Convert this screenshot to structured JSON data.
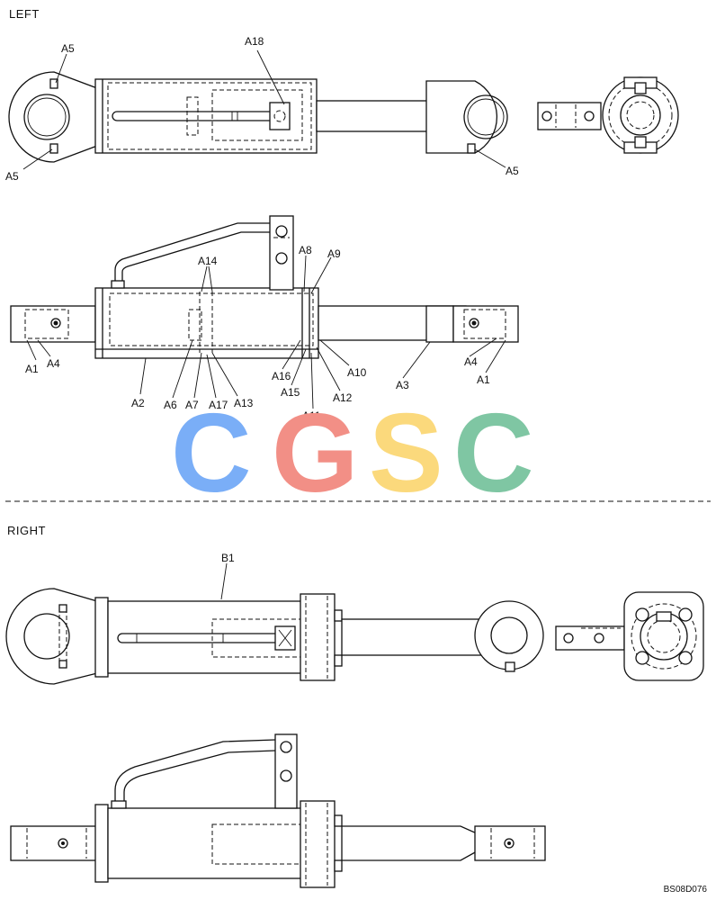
{
  "sections": {
    "left_title": "LEFT",
    "right_title": "RIGHT"
  },
  "callouts": {
    "a5_top": "A5",
    "a5_left": "A5",
    "a5_right": "A5",
    "a18": "A18",
    "a14": "A14",
    "a8": "A8",
    "a9": "A9",
    "a1_left": "A1",
    "a4_left": "A4",
    "a2": "A2",
    "a6": "A6",
    "a7": "A7",
    "a17": "A17",
    "a13": "A13",
    "a16": "A16",
    "a15": "A15",
    "a11": "A11",
    "a12": "A12",
    "a10": "A10",
    "a3": "A3",
    "a4_right": "A4",
    "a1_right": "A1",
    "b1": "B1"
  },
  "watermark": {
    "letters": [
      "C",
      "G",
      "S",
      "C"
    ],
    "colors": [
      "#7aaef7",
      "#f28f86",
      "#fbd97c",
      "#7fc6a3"
    ]
  },
  "figure_code": "BS08D076"
}
